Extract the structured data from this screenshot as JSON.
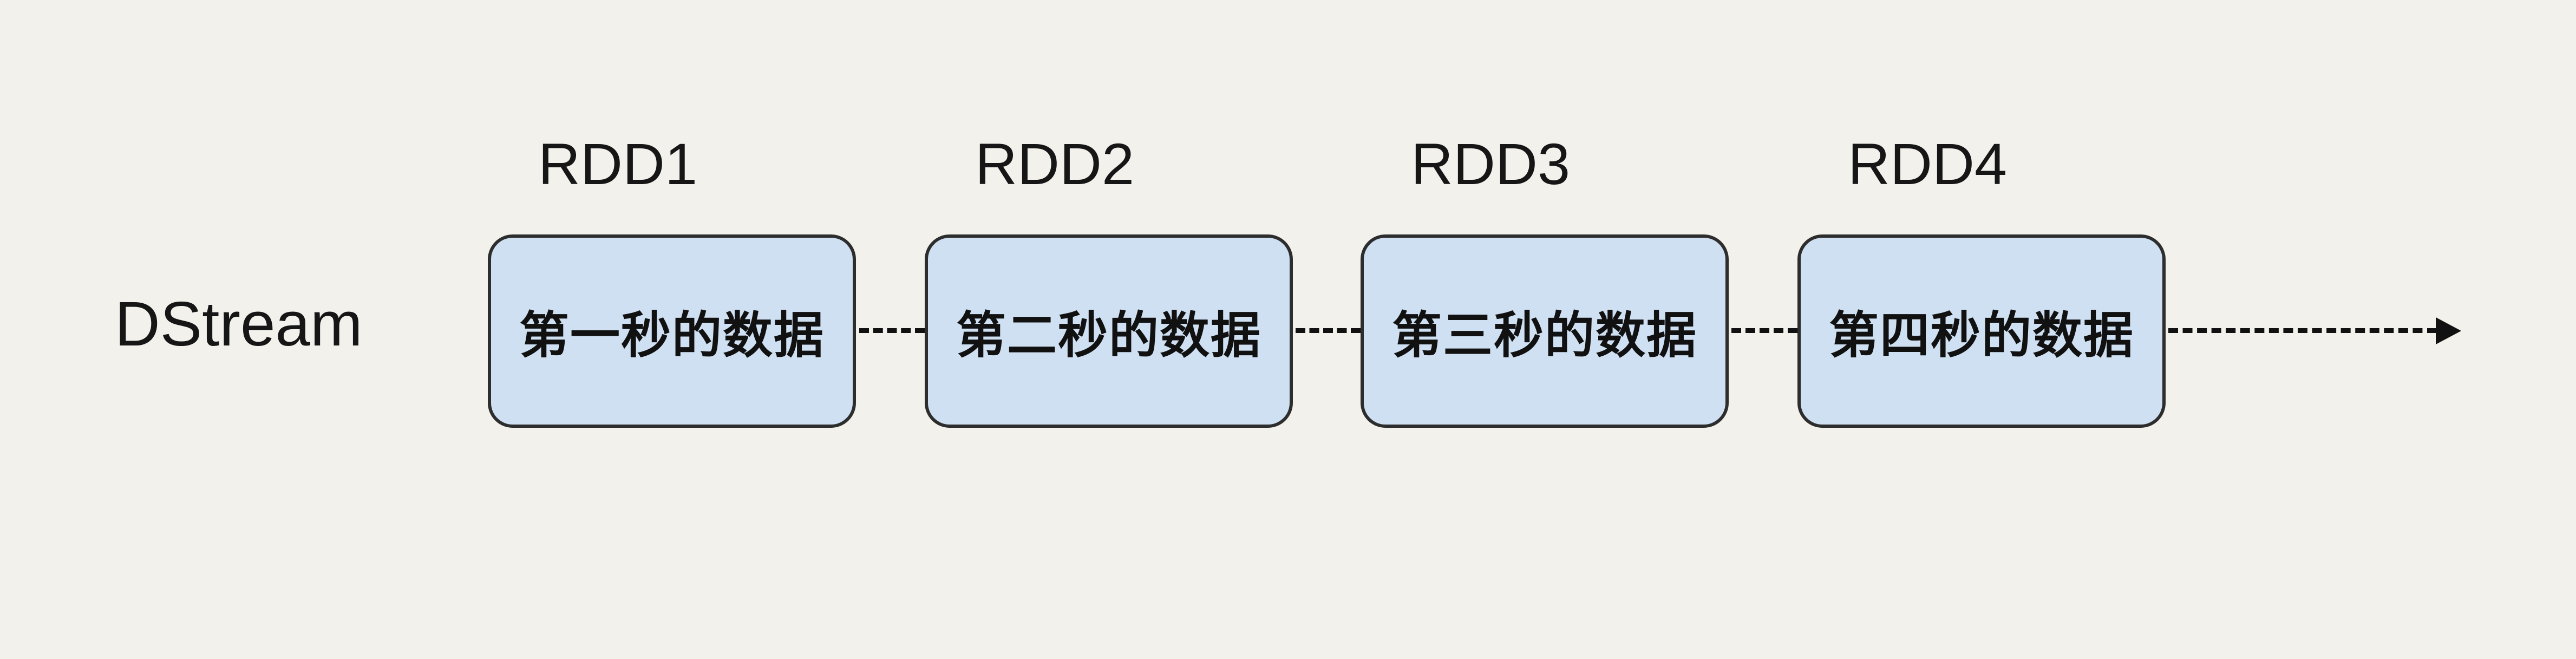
{
  "diagram": {
    "stream_label": "DStream",
    "units": [
      {
        "rdd_label": "RDD1",
        "box_text": "第一秒的数据"
      },
      {
        "rdd_label": "RDD2",
        "box_text": "第二秒的数据"
      },
      {
        "rdd_label": "RDD3",
        "box_text": "第三秒的数据"
      },
      {
        "rdd_label": "RDD4",
        "box_text": "第四秒的数据"
      }
    ],
    "flow": {
      "connector_style": "dashed",
      "direction": "left-to-right",
      "terminal": "arrow"
    },
    "colors": {
      "background": "#f2f1ec",
      "box_fill": "#cfe0f2",
      "box_border": "#2d2d2d",
      "text": "#161616",
      "line": "#111111"
    }
  }
}
